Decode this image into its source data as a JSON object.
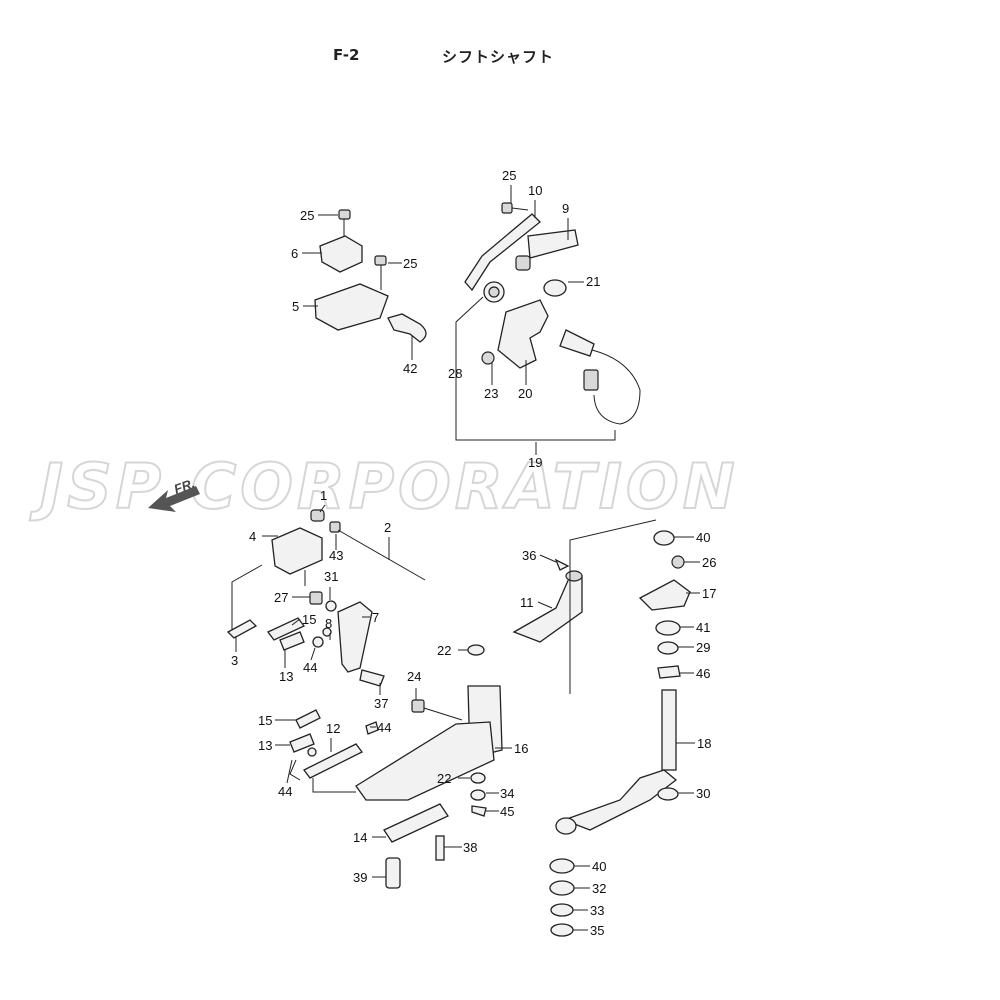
{
  "header": {
    "code": "F-2",
    "title": "シフトシャフト"
  },
  "watermark": {
    "text": "JSP CORPORATION",
    "direction_mark": "FR."
  },
  "callouts": [
    {
      "id": "c1",
      "text": "25"
    },
    {
      "id": "c2",
      "text": "6"
    },
    {
      "id": "c3",
      "text": "25"
    },
    {
      "id": "c4",
      "text": "5"
    },
    {
      "id": "c5",
      "text": "42"
    },
    {
      "id": "c6",
      "text": "25"
    },
    {
      "id": "c7",
      "text": "10"
    },
    {
      "id": "c8",
      "text": "9"
    },
    {
      "id": "c9",
      "text": "21"
    },
    {
      "id": "c10",
      "text": "28"
    },
    {
      "id": "c11",
      "text": "23"
    },
    {
      "id": "c12",
      "text": "20"
    },
    {
      "id": "c13",
      "text": "19"
    },
    {
      "id": "c14",
      "text": "1"
    },
    {
      "id": "c15",
      "text": "4"
    },
    {
      "id": "c16",
      "text": "2"
    },
    {
      "id": "c17",
      "text": "43"
    },
    {
      "id": "c18",
      "text": "31"
    },
    {
      "id": "c19",
      "text": "27"
    },
    {
      "id": "c20",
      "text": "15"
    },
    {
      "id": "c21",
      "text": "8"
    },
    {
      "id": "c22",
      "text": "7"
    },
    {
      "id": "c23",
      "text": "3"
    },
    {
      "id": "c24",
      "text": "13"
    },
    {
      "id": "c25",
      "text": "44"
    },
    {
      "id": "c26",
      "text": "37"
    },
    {
      "id": "c27",
      "text": "22"
    },
    {
      "id": "c28",
      "text": "24"
    },
    {
      "id": "c29",
      "text": "15"
    },
    {
      "id": "c30",
      "text": "12"
    },
    {
      "id": "c31",
      "text": "44"
    },
    {
      "id": "c32",
      "text": "13"
    },
    {
      "id": "c33",
      "text": "16"
    },
    {
      "id": "c34",
      "text": "44"
    },
    {
      "id": "c35",
      "text": "22"
    },
    {
      "id": "c36",
      "text": "34"
    },
    {
      "id": "c37",
      "text": "45"
    },
    {
      "id": "c38",
      "text": "14"
    },
    {
      "id": "c39",
      "text": "38"
    },
    {
      "id": "c40",
      "text": "39"
    },
    {
      "id": "c41",
      "text": "36"
    },
    {
      "id": "c42",
      "text": "11"
    },
    {
      "id": "c43",
      "text": "40"
    },
    {
      "id": "c44",
      "text": "26"
    },
    {
      "id": "c45",
      "text": "17"
    },
    {
      "id": "c46",
      "text": "41"
    },
    {
      "id": "c47",
      "text": "29"
    },
    {
      "id": "c48",
      "text": "46"
    },
    {
      "id": "c49",
      "text": "18"
    },
    {
      "id": "c50",
      "text": "30"
    },
    {
      "id": "c51",
      "text": "40"
    },
    {
      "id": "c52",
      "text": "32"
    },
    {
      "id": "c53",
      "text": "33"
    },
    {
      "id": "c54",
      "text": "35"
    }
  ]
}
